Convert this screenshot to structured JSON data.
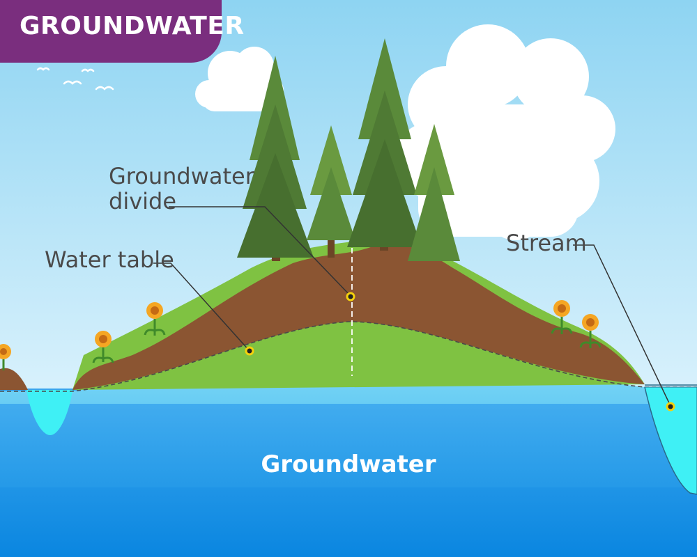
{
  "title": "GROUNDWATER",
  "labels": {
    "groundwater_divide": [
      "Groundwater",
      "divide"
    ],
    "water_table": "Water table",
    "stream": "Stream",
    "groundwater": "Groundwater"
  },
  "colors": {
    "title_banner": "#7a2e7e",
    "sky_top": "#8ed4f2",
    "sky_bottom": "#d8f1fc",
    "soil": "#8b5532",
    "grass": "#7fc242",
    "groundwater_dark": "#0a8fe4",
    "groundwater_light": "#7ad6f6",
    "stream_water": "#3ff0f5",
    "tree": "#4f7a34",
    "marker": "#f5d10d"
  }
}
